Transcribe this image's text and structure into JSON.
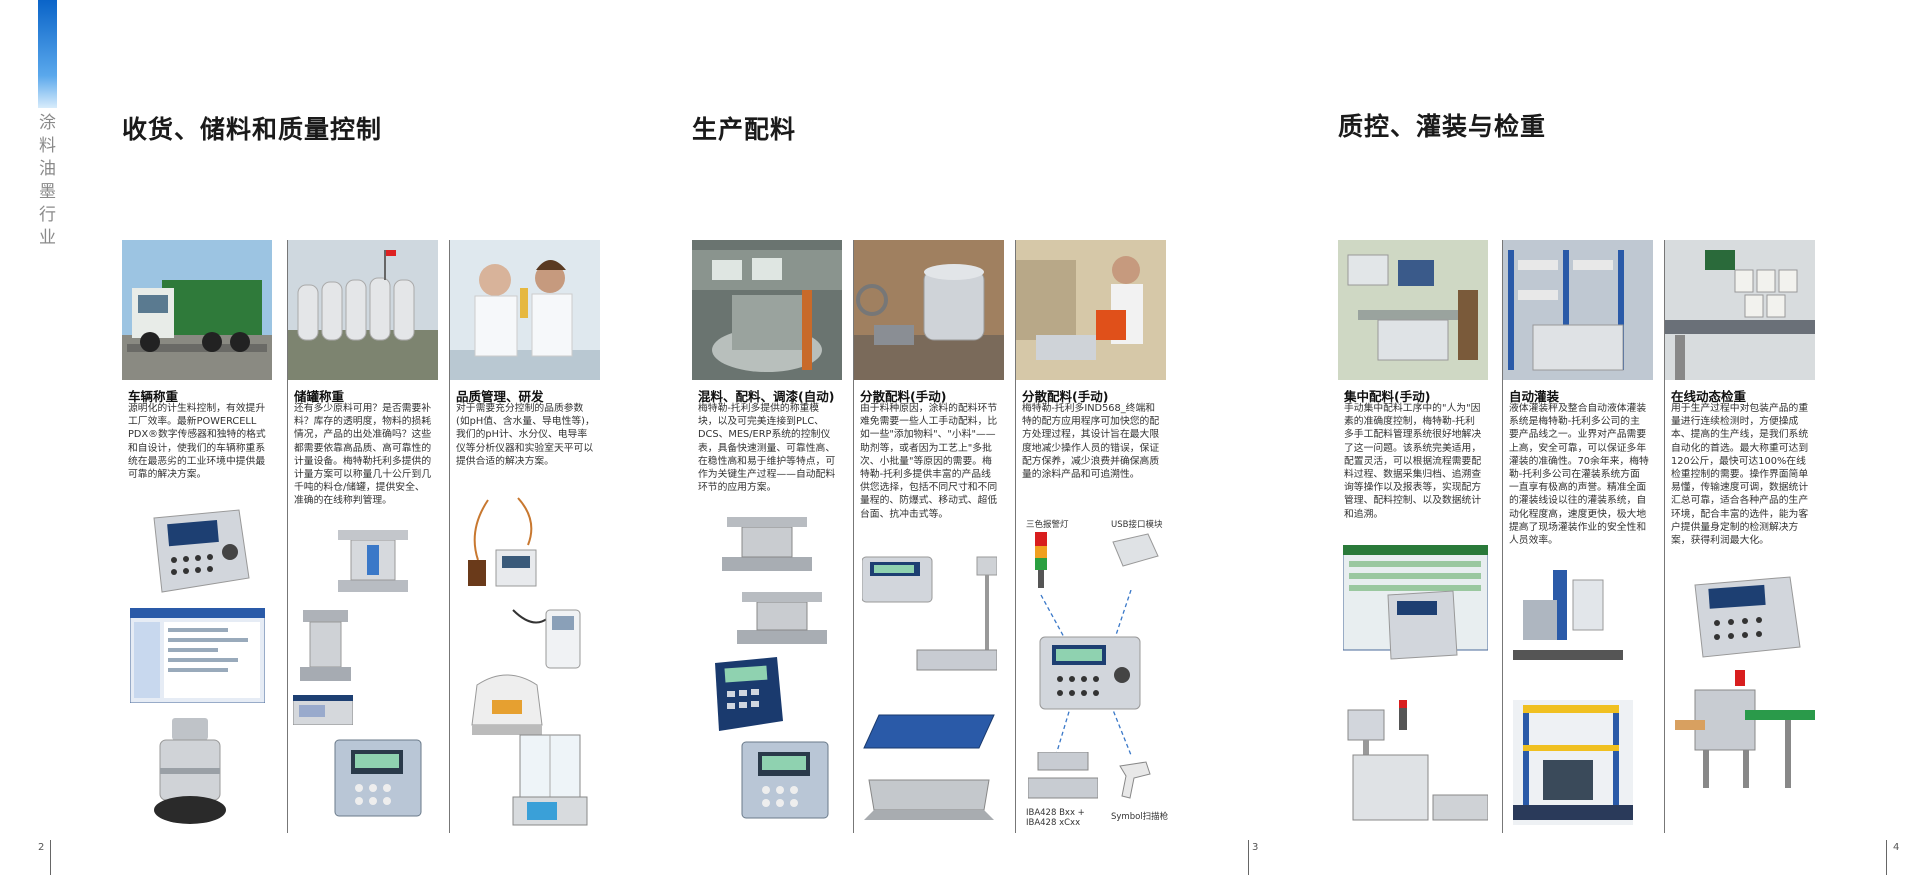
{
  "side": {
    "title": "涂料油墨行业"
  },
  "sections": [
    {
      "title": "收货、储料和质量控制"
    },
    {
      "title": "生产配料"
    },
    {
      "title": "质控、灌装与检重"
    }
  ],
  "columns": [
    {
      "heading": "车辆称重",
      "body": "源明化的计生料控制，有效提升工厂效率。最新POWERCELL PDX®数字传感器和独特的格式和自设计，使我们的车辆称重系统在最恶劣的工业环境中提供最可靠的解决方案。"
    },
    {
      "heading": "储罐称重",
      "body": "还有多少原料可用？是否需要补料？库存的透明度，物料的损耗情况，产品的出处准确吗？这些都需要依靠高品质、高可靠性的计量设备。梅特勒托利多提供的计量方案可以称量几十公斤到几千吨的料仓/储罐，提供安全、准确的在线称判管理。"
    },
    {
      "heading": "品质管理、研发",
      "body": "对于需要充分控制的品质参数(如pH值、含水量、导电性等)，我们的pH计、水分仪、电导率仪等分析仪器和实验室天平可以提供合适的解决方案。"
    },
    {
      "heading": "混料、配料、调漆(自动)",
      "body": "梅特勒-托利多提供的称重模块，以及可完美连接到PLC、DCS、MES/ERP系统的控制仪表，具备快速测量、可靠性高、在稳性高和易于维护等特点，可作为关键生产过程——自动配料环节的应用方案。"
    },
    {
      "heading": "分散配料(手动)",
      "body": "由于料种原因，涂料的配料环节难免需要一些人工手动配料，比如一些\"添加物料\"、\"小料\"——助剂等，或者因为工艺上\"多批次、小批量\"等原因的需要。梅特勒-托利多提供丰富的产品线供您选择，包括不同尺寸和不同量程的、防爆式、移动式、超低台面、抗冲击式等。"
    },
    {
      "heading": "分散配料(手动)",
      "body": "梅特勒-托利多IND568_终端和特的配方应用程序可加快您的配方处理过程，其设计旨在最大限度地减少操作人员的错误，保证配方保养，减少浪费并确保高质量的涂料产品和可追溯性。"
    },
    {
      "heading": "集中配料(手动)",
      "body": "手动集中配料工序中的\"人为\"因素的准确度控制，梅特勒-托利多手工配料管理系统很好地解决了这一问题。该系统完美适用，配置灵活，可以根据流程需要配料过程、数据采集归档、追溯查询等操作以及报表等，实现配方管理、配料控制、以及数据统计和追溯。"
    },
    {
      "heading": "自动灌装",
      "body": "液体灌装秤及整合自动液体灌装系统是梅特勒-托利多公司的主要产品线之一。业界对产品需要上高，安全可靠，可以保证多年灌装的准确性。70余年来，梅特勒-托利多公司在灌装系统方面一直享有极高的声誉。精准全面的灌装线设以往的灌装系统，自动化程度高，速度更快，极大地提高了现场灌装作业的安全性和人员效率。"
    },
    {
      "heading": "在线动态检重",
      "body": "用于生产过程中对包装产品的重量进行连续检测时，方便操成本、提高的生产线，是我们系统自动化的首选。最大称重可达到120公斤，最快可达100%在线检重控制的需要。操作界面简单易懂，传输速度可调，数据统计汇总可靠，适合各种产品的生产环境，配合丰富的选件，能为客户提供量身定制的检测解决方案，获得利润最大化。"
    }
  ],
  "labels": {
    "tower_light": "三色报警灯",
    "usb_module": "USB接口模块",
    "scale_models": "IBA428 Bxx +\nIBA428 xCxx",
    "barcode": "Symbol扫描枪"
  },
  "page_numbers": {
    "left": "2",
    "middle": "3",
    "right": "4"
  },
  "colors": {
    "accent_blue": "#0a64c8",
    "terminal_blue": "#1a3a6e",
    "gray_product": "#c8ccd2"
  }
}
